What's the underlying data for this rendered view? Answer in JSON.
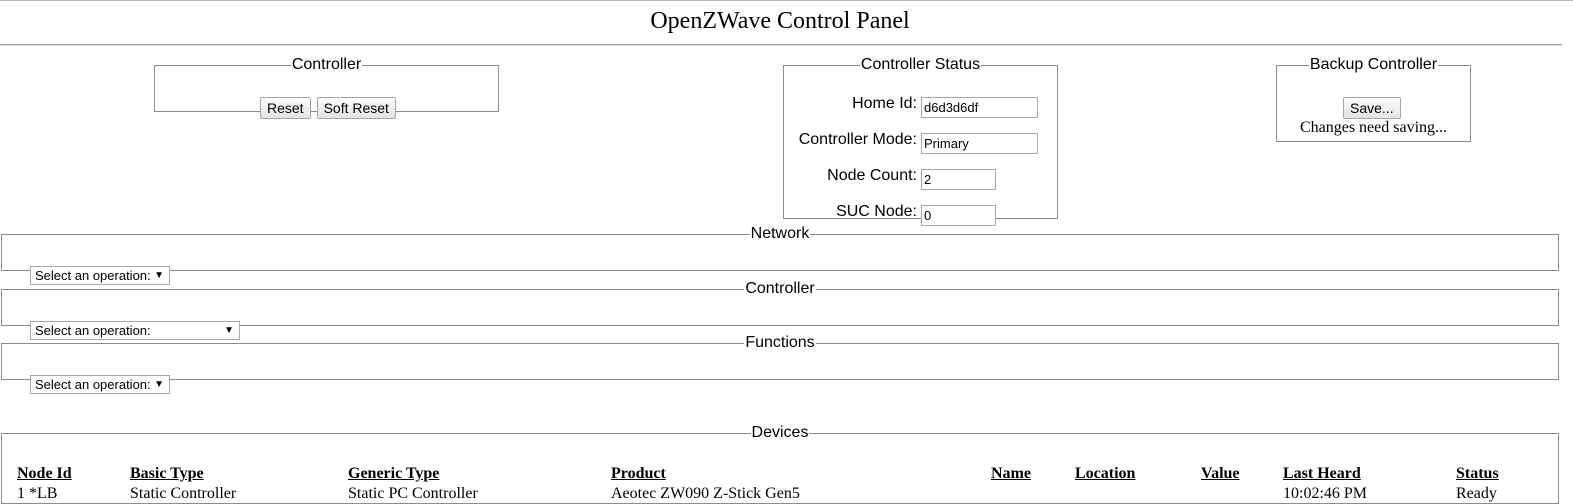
{
  "header": {
    "title": "OpenZWave Control Panel"
  },
  "controller": {
    "legend": "Controller",
    "reset_label": "Reset",
    "soft_reset_label": "Soft Reset"
  },
  "status": {
    "legend": "Controller Status",
    "home_id_label": "Home Id:",
    "home_id_value": "d6d3d6df",
    "mode_label": "Controller Mode:",
    "mode_value": "Primary",
    "node_count_label": "Node Count:",
    "node_count_value": "2",
    "suc_label": "SUC Node:",
    "suc_value": "0"
  },
  "backup": {
    "legend": "Backup Controller",
    "save_label": "Save...",
    "message": "Changes need saving..."
  },
  "network": {
    "legend": "Network",
    "select_value": "Select an operation:"
  },
  "controller_ops": {
    "legend": "Controller",
    "select_value": "Select an operation:"
  },
  "functions": {
    "legend": "Functions",
    "select_value": "Select an operation:"
  },
  "devices": {
    "legend": "Devices",
    "columns": [
      "Node Id",
      "Basic Type",
      "Generic Type",
      "Product",
      "Name",
      "Location",
      "Value",
      "Last Heard",
      "Status"
    ],
    "rows": [
      [
        "1 *LB",
        "Static Controller",
        "Static PC Controller",
        "Aeotec ZW090 Z-Stick Gen5",
        "",
        "",
        "",
        "10:02:46 PM",
        "Ready"
      ]
    ]
  }
}
